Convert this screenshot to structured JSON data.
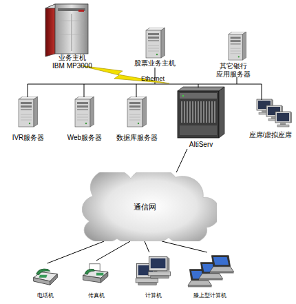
{
  "diagram": {
    "nodes": [
      {
        "text": [
          "业务主机 IBM MP3000"
        ]
      },
      {
        "text": [
          "股票业务主机"
        ]
      },
      {
        "text": [
          "其它银行 应用服务器"
        ]
      },
      {
        "text": [
          "IVR服务器"
        ]
      },
      {
        "text": [
          "Web服务器"
        ]
      },
      {
        "text": [
          "数据库服务器"
        ]
      },
      {
        "text": [
          "AltiServ"
        ]
      },
      {
        "text": [
          "座席/虚拟座席"
        ]
      },
      {
        "text": [
          "通信网"
        ]
      },
      {
        "text": [
          "电话机"
        ]
      },
      {
        "text": [
          "传真机"
        ]
      },
      {
        "text": [
          "计算机"
        ]
      },
      {
        "text": [
          "膝上型计算机"
        ]
      }
    ],
    "edges": [
      {
        "from": 6,
        "to": 8,
        "arrow": "none"
      },
      {
        "from": 8,
        "to": 9,
        "arrow": "none"
      },
      {
        "from": 8,
        "to": 10,
        "arrow": "none"
      },
      {
        "from": 8,
        "to": 11,
        "arrow": "none"
      },
      {
        "from": 8,
        "to": 12,
        "arrow": "none"
      }
    ],
    "labels": [
      "Ethernet"
    ]
  }
}
